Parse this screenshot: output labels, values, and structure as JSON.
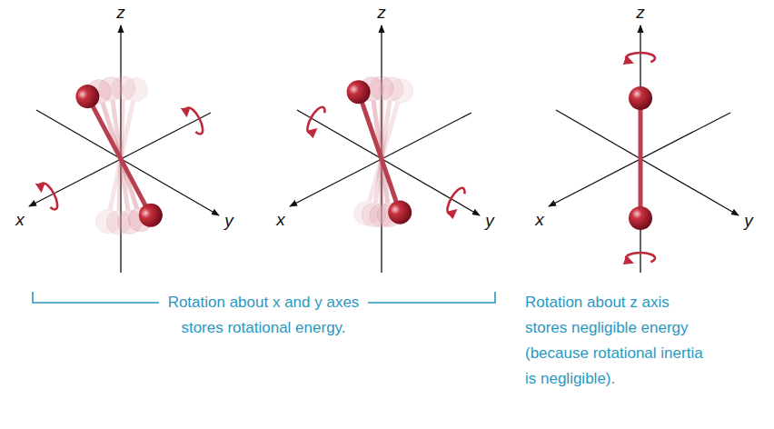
{
  "diagram": {
    "labels": [
      "z",
      "x",
      "y",
      "z",
      "x",
      "y",
      "z",
      "x",
      "y",
      "Rotation about x and y axes stores rotational energy.",
      "Rotation about z axis stores negligible energy (because rotational inertia is negligible)."
    ]
  }
}
